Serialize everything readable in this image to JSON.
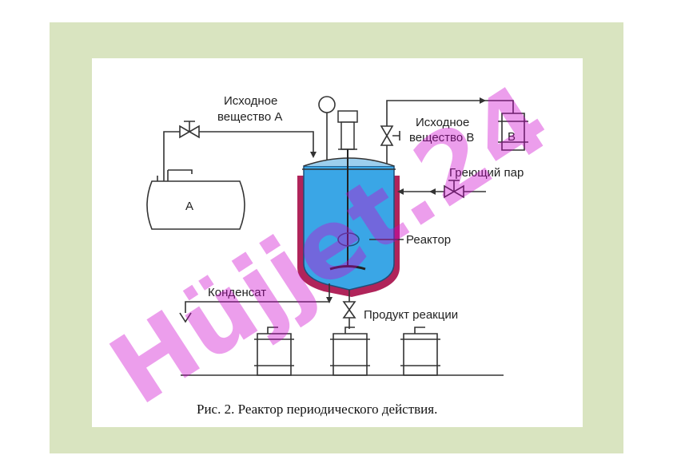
{
  "colors": {
    "frame": "#d9e4c0",
    "jacket": "#b0245a",
    "vessel": "#3aa6e6",
    "watermark": "#cc00cc"
  },
  "labels": {
    "source_a": [
      "Исходное",
      "вещество А"
    ],
    "source_b": [
      "Исходное",
      "вещество В"
    ],
    "tank_a": "А",
    "tank_b": "В",
    "steam": "Греющий пар",
    "reactor": "Реактор",
    "condensate": "Конденсат",
    "product": "Продукт реакции"
  },
  "caption": "Рис. 2. Реактор периодического действия.",
  "watermark_text": "Hüjjet.24"
}
